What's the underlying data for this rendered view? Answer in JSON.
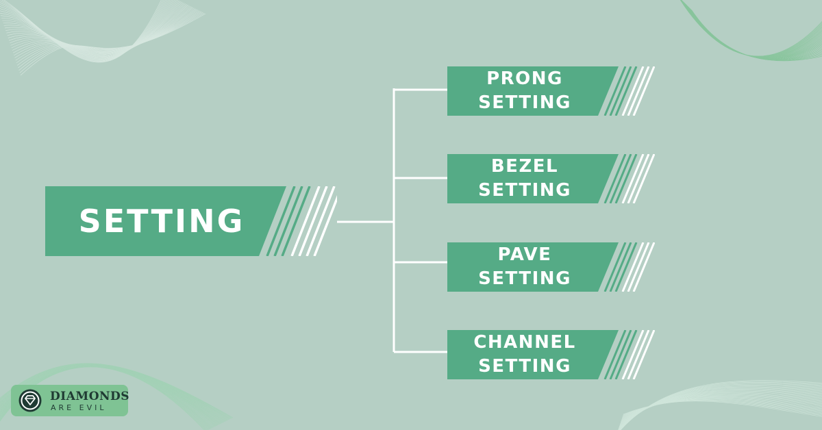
{
  "diagram": {
    "root": {
      "label": "SETTING"
    },
    "children": [
      {
        "label": "PRONG\nSETTING"
      },
      {
        "label": "BEZEL\nSETTING"
      },
      {
        "label": "PAVE\nSETTING"
      },
      {
        "label": "CHANNEL\nSETTING"
      }
    ]
  },
  "colors": {
    "background": "#b5cfc4",
    "node_fill": "#55ab86",
    "node_text": "#ffffff",
    "connector": "#ffffff",
    "logo_badge": "#7fc394"
  },
  "logo": {
    "line1": "DIAMONDS",
    "line2": "ARE EVIL",
    "icon": "diamond-in-circle-icon"
  }
}
